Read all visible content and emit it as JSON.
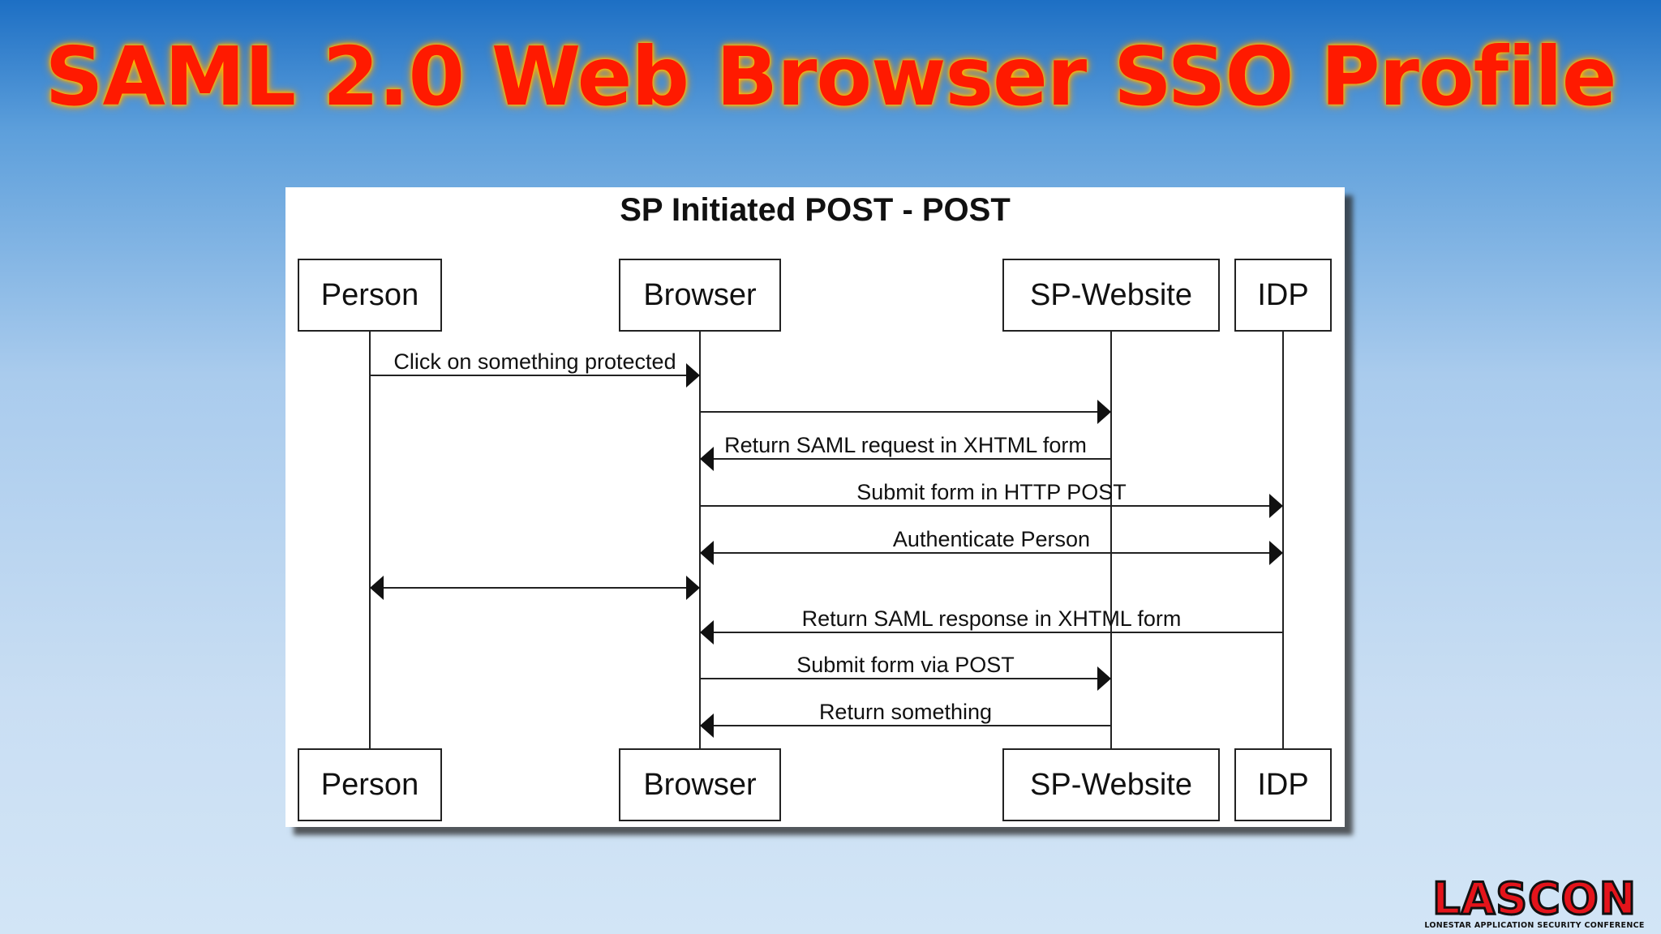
{
  "slide": {
    "title": "SAML 2.0 Web Browser SSO Profile"
  },
  "diagram": {
    "title": "SP Initiated POST - POST",
    "lifelines": [
      {
        "id": "person",
        "label": "Person"
      },
      {
        "id": "browser",
        "label": "Browser"
      },
      {
        "id": "sp",
        "label": "SP-Website"
      },
      {
        "id": "idp",
        "label": "IDP"
      }
    ],
    "messages": [
      {
        "from": "person",
        "to": "browser",
        "label": "Click on something protected",
        "bidirectional": false
      },
      {
        "from": "browser",
        "to": "sp",
        "label": "",
        "bidirectional": false
      },
      {
        "from": "sp",
        "to": "browser",
        "label": "Return SAML request in XHTML form",
        "bidirectional": false
      },
      {
        "from": "browser",
        "to": "idp",
        "label": "Submit form in HTTP POST",
        "bidirectional": false
      },
      {
        "from": "browser",
        "to": "idp",
        "label": "Authenticate Person",
        "bidirectional": true
      },
      {
        "from": "person",
        "to": "browser",
        "label": "",
        "bidirectional": true
      },
      {
        "from": "idp",
        "to": "browser",
        "label": "Return SAML response in XHTML form",
        "bidirectional": false
      },
      {
        "from": "browser",
        "to": "sp",
        "label": "Submit form via POST",
        "bidirectional": false
      },
      {
        "from": "sp",
        "to": "browser",
        "label": "Return something",
        "bidirectional": false
      }
    ]
  },
  "logo": {
    "wordmark": "LASCON",
    "tagline": "LONESTAR APPLICATION SECURITY CONFERENCE",
    "color": "#e4141b"
  }
}
